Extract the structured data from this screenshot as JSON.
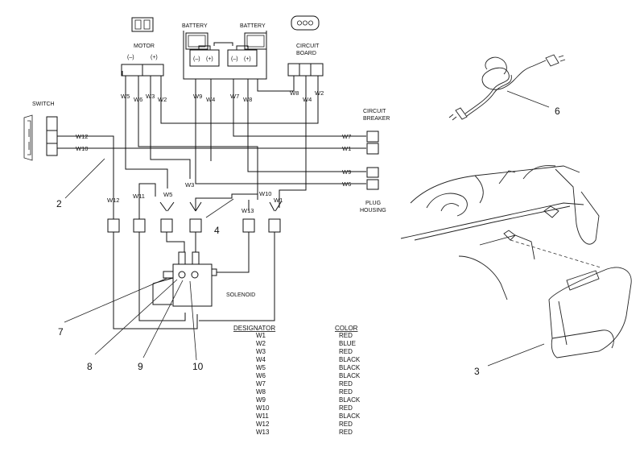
{
  "labels": {
    "switch": "SWITCH",
    "motor": "MOTOR",
    "motor_neg": "(–)",
    "motor_pos": "(+)",
    "battery_1": "BATTERY",
    "battery_2": "BATTERY",
    "bat_neg": "(–)",
    "bat_pos": "(+)",
    "circuit_board_1": "CIRCUIT",
    "circuit_board_2": "BOARD",
    "circuit_breaker_1": "CIRCUIT",
    "circuit_breaker_2": "BREAKER",
    "plug_housing_1": "PLUG",
    "plug_housing_2": "HOUSING",
    "solenoid": "SOLENOID"
  },
  "wire_labels": {
    "motor_w5": "W5",
    "motor_w6": "W6",
    "motor_w3": "W3",
    "motor_w2": "W2",
    "bat_w9": "W9",
    "bat_w4": "W4",
    "bat_w7": "W7",
    "bat_w8": "W8",
    "cb_w8": "W8",
    "cb_w4": "W4",
    "cb_w2": "W2",
    "sw_w12": "W12",
    "sw_w10": "W10",
    "brk_w7": "W7",
    "brk_w1": "W1",
    "plug_w9": "W9",
    "plug_w6": "W6",
    "low_w12": "W12",
    "low_w11": "W11",
    "low_w5": "W5",
    "low_w3": "W3",
    "low_w13": "W13",
    "low_w10": "W10",
    "low_w1": "W1"
  },
  "callouts": {
    "c2": "2",
    "c3": "3",
    "c4": "4",
    "c6": "6",
    "c7": "7",
    "c8": "8",
    "c9": "9",
    "c10": "10"
  },
  "wire_table": {
    "header_designator": "DESIGNATOR",
    "header_color": "COLOR",
    "rows": [
      {
        "designator": "W1",
        "color": "RED"
      },
      {
        "designator": "W2",
        "color": "BLUE"
      },
      {
        "designator": "W3",
        "color": "RED"
      },
      {
        "designator": "W4",
        "color": "BLACK"
      },
      {
        "designator": "W5",
        "color": "BLACK"
      },
      {
        "designator": "W6",
        "color": "BLACK"
      },
      {
        "designator": "W7",
        "color": "RED"
      },
      {
        "designator": "W8",
        "color": "RED"
      },
      {
        "designator": "W9",
        "color": "BLACK"
      },
      {
        "designator": "W10",
        "color": "RED"
      },
      {
        "designator": "W11",
        "color": "BLACK"
      },
      {
        "designator": "W12",
        "color": "RED"
      },
      {
        "designator": "W13",
        "color": "RED"
      }
    ]
  }
}
